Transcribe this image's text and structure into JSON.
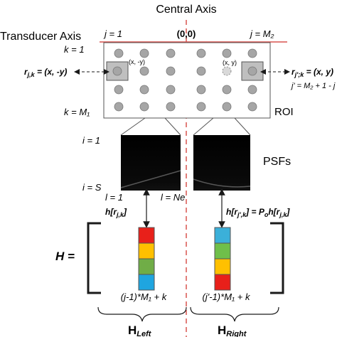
{
  "labels": {
    "central_axis": "Central Axis",
    "transducer_axis": "Transducer Axis",
    "j_one": "j = 1",
    "origin": "(0,0)",
    "j_m2": "j = M₂",
    "k_one": "k = 1",
    "k_m1": "k = M₁",
    "r_left": "r",
    "r_left_sub": "j,k",
    "r_left_eq": " = (x, -y)",
    "r_right": "r",
    "r_right_sub": "j';k",
    "r_right_eq": " = (x, y)",
    "jprime": "j' = M₂ + 1 - j",
    "coord_left": "(x, -y)",
    "coord_right": "(x, y)",
    "roi": "ROI",
    "i_one": "i = 1",
    "i_s": "i = S",
    "psfs": "PSFs",
    "l_one": "l = 1",
    "l_ne": "l = Ne",
    "h_left": "h[r",
    "h_left_sub": "j,k",
    "h_left_end": "]",
    "h_right": "h[r",
    "h_right_sub": "j',k",
    "h_right_mid": "] = P",
    "h_right_o": "o",
    "h_right_end": "h[r",
    "h_right_sub2": "j,k",
    "h_right_close": "]",
    "H_eq": "H =",
    "idx_left": "(j-1)*M₁ + k",
    "idx_right": "(j'-1)*M₁ + k",
    "H_left": "H",
    "H_left_sub": "Left",
    "H_right": "H",
    "H_right_sub": "Right"
  },
  "colors": {
    "axis_red": "#d9534f",
    "circle_fill": "#a6a6a6",
    "highlight_box": "#bfbfbf",
    "vector_left": [
      "#e8201a",
      "#ffc000",
      "#70ad47",
      "#1fa5e0"
    ],
    "vector_right": [
      "#3bb0d9",
      "#6fbf4a",
      "#ffc000",
      "#e8201a"
    ]
  }
}
